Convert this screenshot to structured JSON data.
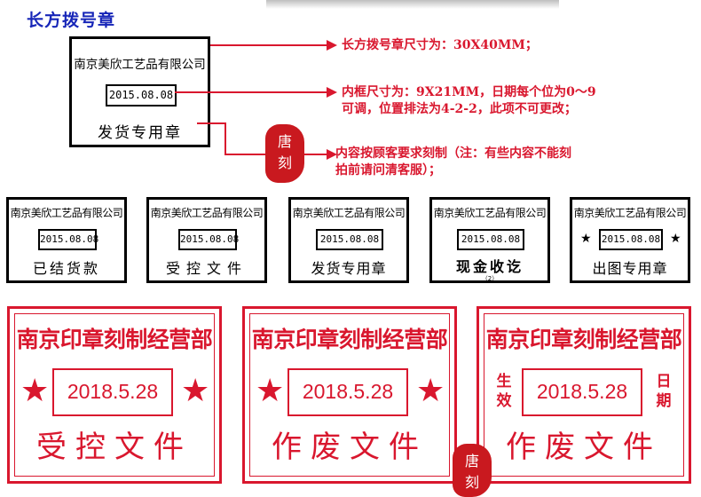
{
  "header": {
    "title": "长方拨号章"
  },
  "main_stamp": {
    "company": "南京美欣工艺品有限公司",
    "date": "2015.08.08",
    "purpose": "发货专用章"
  },
  "notes": {
    "size_note": "长方拨号章尺寸为：30X40MM；",
    "inner_note_1": "内框尺寸为：9X21MM，日期每个位为0～9",
    "inner_note_2": "可调，位置排法为4-2-2，此项不可更改；",
    "content_note_1": "内容按顾客要求刻制（注：有些内容不能刻",
    "content_note_2": "拍前请问清客服）；"
  },
  "seal": {
    "char1": "唐",
    "char2": "刻"
  },
  "small_stamps": [
    {
      "company": "南京美欣工艺品有限公司",
      "date": "2015.08.08",
      "purpose": "已结货款"
    },
    {
      "company": "南京美欣工艺品有限公司",
      "date": "2015.08.08",
      "purpose": "受控文件"
    },
    {
      "company": "南京美欣工艺品有限公司",
      "date": "2015.08.08",
      "purpose": "发货专用章"
    },
    {
      "company": "南京美欣工艺品有限公司",
      "date": "2015.08.08",
      "purpose": "现金收讫",
      "sub": "（2）"
    },
    {
      "company": "南京美欣工艺品有限公司",
      "date": "2015.08.08",
      "purpose": "出图专用章",
      "star": "★"
    }
  ],
  "red_stamps": [
    {
      "company": "南京印章刻制经营部",
      "date": "2018.5.28",
      "purpose": "受控文件",
      "star": "★"
    },
    {
      "company": "南京印章刻制经营部",
      "date": "2018.5.28",
      "purpose": "作废文件",
      "star": "★"
    },
    {
      "company": "南京印章刻制经营部",
      "date": "2018.5.28",
      "purpose": "作废文件",
      "left_1": "生",
      "left_2": "效",
      "right_1": "日",
      "right_2": "期"
    }
  ],
  "colors": {
    "title_blue": "#1726b8",
    "stamp_red": "#d9172e",
    "seal_red": "#c9191f"
  }
}
